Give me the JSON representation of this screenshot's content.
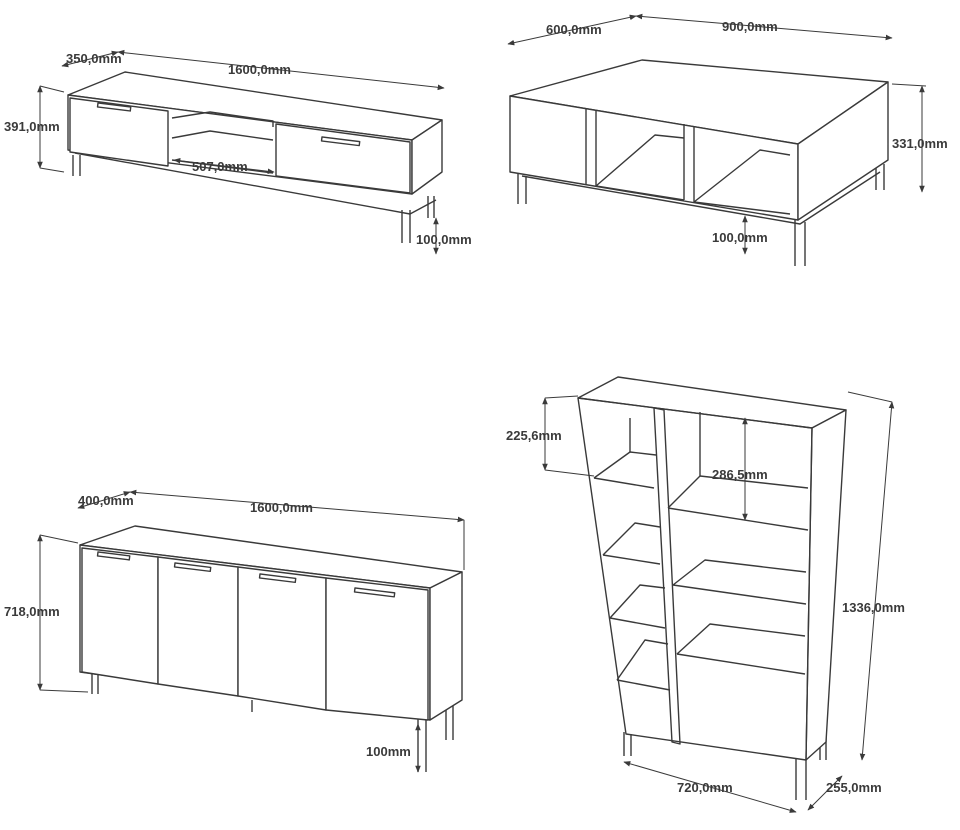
{
  "colors": {
    "line": "#3a3a3a",
    "background": "#ffffff"
  },
  "tv_unit": {
    "depth": "350,0mm",
    "width": "1600,0mm",
    "height": "391,0mm",
    "shelf_width": "507,0mm",
    "leg_height": "100,0mm"
  },
  "coffee_table": {
    "depth": "600,0mm",
    "width": "900,0mm",
    "height": "331,0mm",
    "leg_height": "100,0mm"
  },
  "sideboard": {
    "depth": "400,0mm",
    "width": "1600,0mm",
    "height": "718,0mm",
    "leg_height": "100mm"
  },
  "bookcase": {
    "shelf_gap_left": "225,6mm",
    "shelf_gap_right": "286,5mm",
    "height": "1336,0mm",
    "width": "720,0mm",
    "depth": "255,0mm"
  }
}
